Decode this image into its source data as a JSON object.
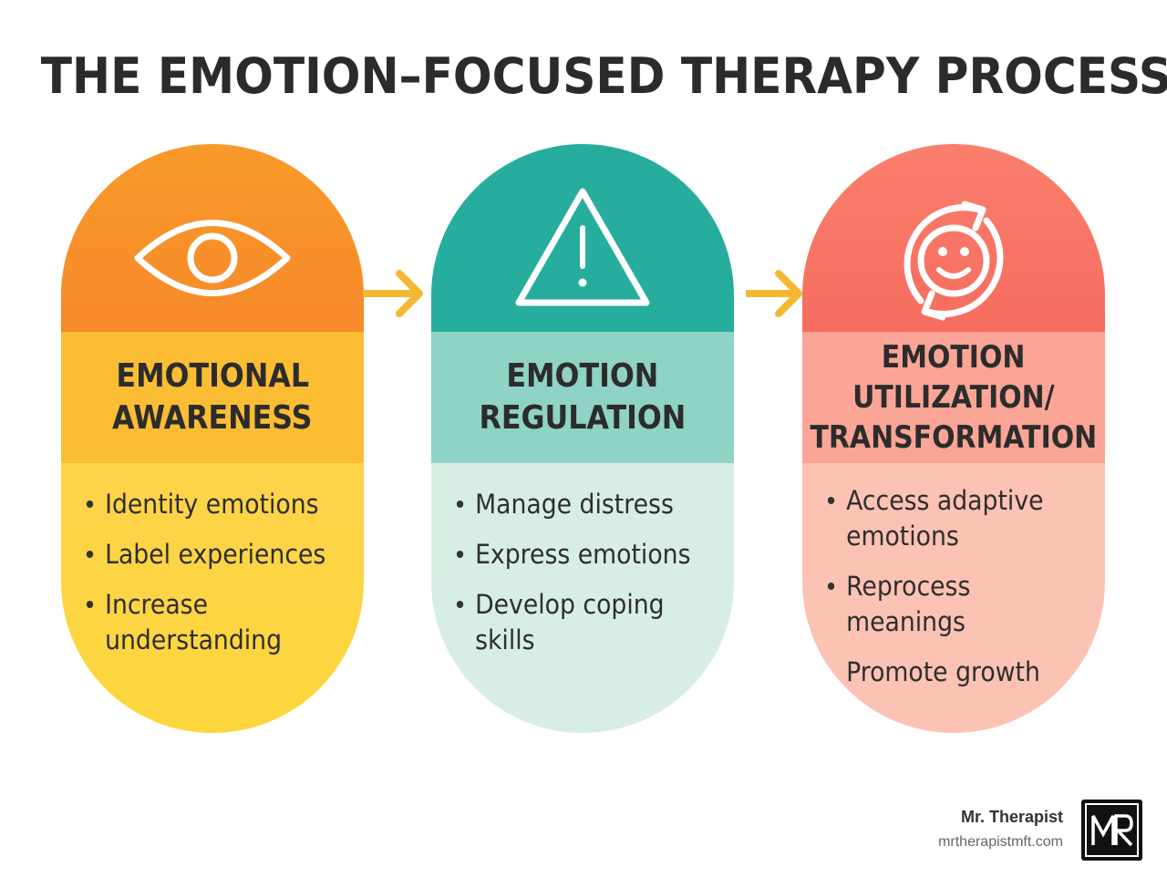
{
  "title": "THE EMOTION–FOCUSED THERAPY PROCESS",
  "stages": [
    {
      "icon": "eye-icon",
      "heading": [
        "EMOTIONAL",
        "AWARENESS"
      ],
      "items": [
        {
          "lines": [
            "Identity emotions"
          ],
          "bullet": true
        },
        {
          "lines": [
            "Label experiences"
          ],
          "bullet": true
        },
        {
          "lines": [
            "Increase",
            "understanding"
          ],
          "bullet": true
        }
      ]
    },
    {
      "icon": "warning-triangle-icon",
      "heading": [
        "EMOTION",
        "REGULATION"
      ],
      "items": [
        {
          "lines": [
            "Manage distress"
          ],
          "bullet": true
        },
        {
          "lines": [
            "Express emotions"
          ],
          "bullet": true
        },
        {
          "lines": [
            "Develop coping",
            "skills"
          ],
          "bullet": true
        }
      ]
    },
    {
      "icon": "smiley-cycle-icon",
      "heading": [
        "EMOTION",
        "UTILIZATION/",
        "TRANSFORMATION"
      ],
      "items": [
        {
          "lines": [
            "Access adaptive",
            "emotions"
          ],
          "bullet": true
        },
        {
          "lines": [
            "Reprocess",
            "meanings"
          ],
          "bullet": true
        },
        {
          "lines": [
            "Promote growth"
          ],
          "bullet": false
        }
      ]
    }
  ],
  "brand": {
    "name": "Mr. Therapist",
    "url": "mrtherapistmft.com",
    "logo_icon": "mr-logo-icon"
  },
  "colors": {
    "stage1_top": "#f7892a",
    "stage1_mid": "#fbbd33",
    "stage1_bottom": "#fdd63c",
    "stage2_top": "#27ad9e",
    "stage2_mid": "#8fd3c4",
    "stage2_bottom": "#d8eee4",
    "stage3_top": "#f56d5f",
    "stage3_mid": "#fba596",
    "stage3_bottom": "#fcc2b4",
    "arrow": "#f5b833",
    "title": "#2b2b2b"
  }
}
